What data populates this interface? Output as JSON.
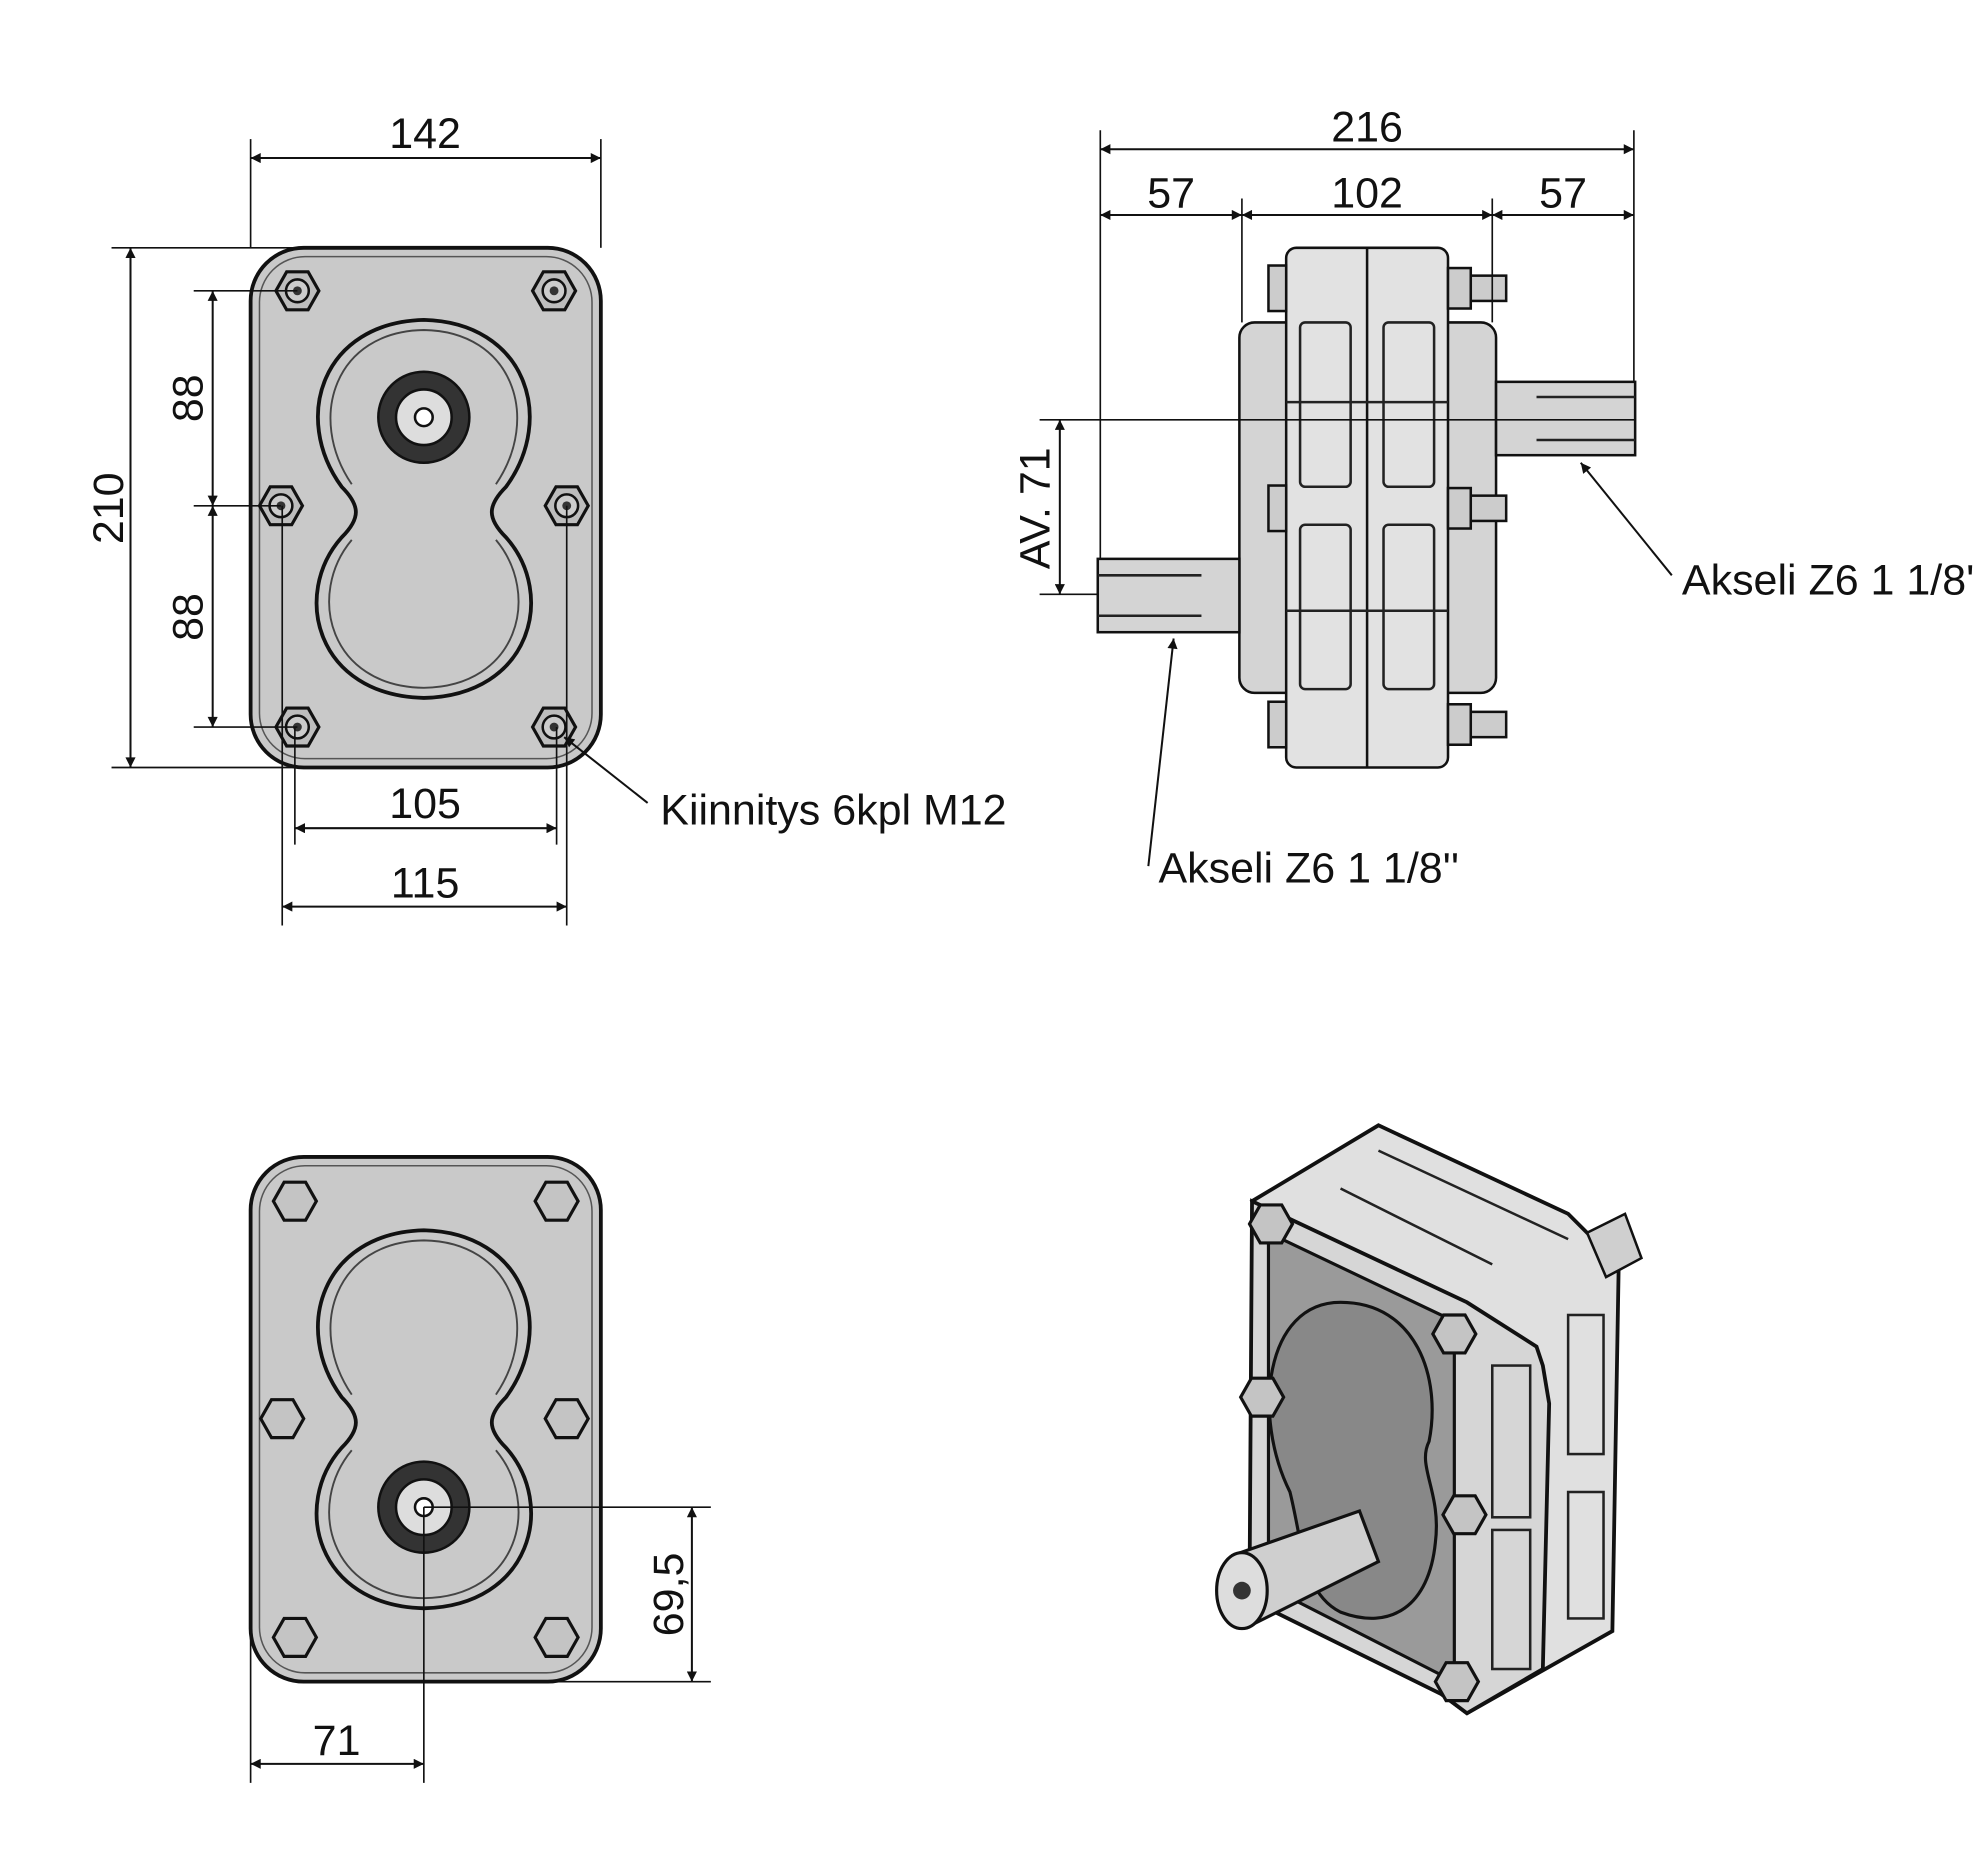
{
  "front_view": {
    "width_label": "142",
    "height_label": "210",
    "upper_spacing_label": "88",
    "lower_spacing_label": "88",
    "inner_bolt_spacing_label": "105",
    "outer_bolt_spacing_label": "115",
    "mounting_note": "Kiinnitys 6kpl M12"
  },
  "side_view": {
    "overall_length_label": "216",
    "left_shaft_label": "57",
    "body_length_label": "102",
    "right_shaft_label": "57",
    "axis_offset_label": "AV. 71",
    "right_shaft_note": "Akseli Z6 1 1/8''",
    "left_shaft_note": "Akseli Z6 1 1/8''"
  },
  "rear_view": {
    "shaft_height_label": "69,5",
    "shaft_offset_label": "71"
  },
  "colors": {
    "body": "#c9c9c9",
    "line": "#111111"
  }
}
